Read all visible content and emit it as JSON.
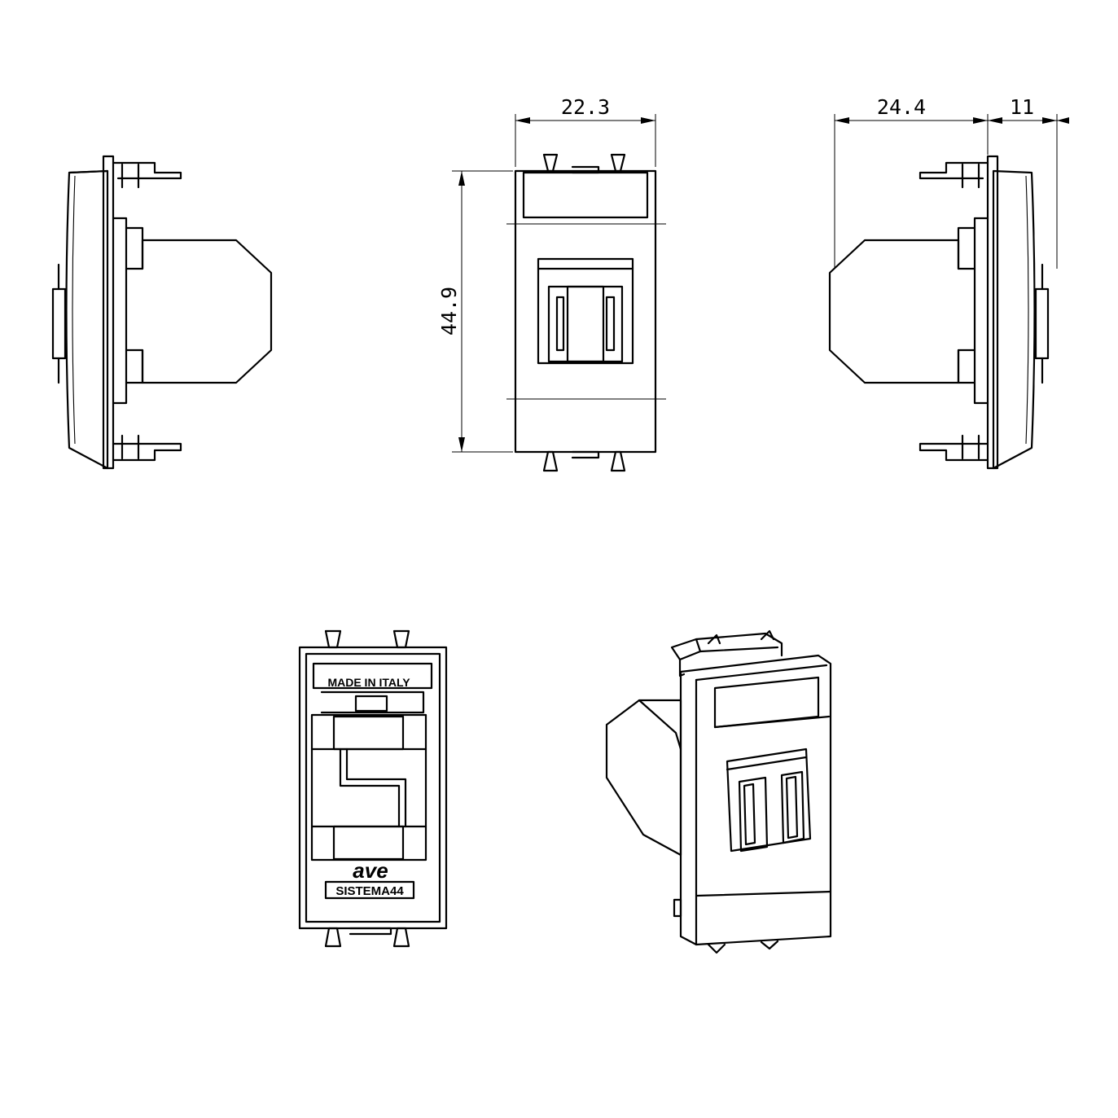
{
  "dimensions": {
    "front_width": "22.3",
    "front_height": "44.9",
    "side_depth": "24.4",
    "plate_depth": "11"
  },
  "rear_labels": {
    "made_in": "MADE IN ITALY",
    "brand": "ave",
    "series": "SISTEMA44"
  }
}
